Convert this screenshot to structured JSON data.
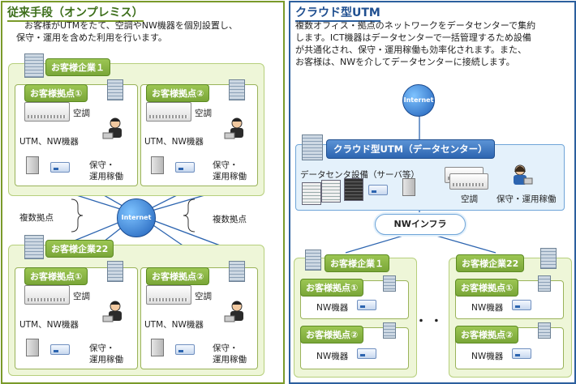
{
  "left": {
    "title": "従来手段（オンプレミス）",
    "desc1": "お客様がUTMをたて、空調やNW機器を個別設置し、",
    "desc2": "保守・運用を含めた利用を行います。",
    "company1": "お客様企業１",
    "company2": "お客様企業22",
    "site1": "お客様拠点①",
    "site2": "お客様拠点②",
    "aircon": "空調",
    "utm_nw": "UTM、NW機器",
    "maint1": "保守・",
    "maint2": "運用稼働",
    "multi_sites": "複数拠点",
    "internet": "Internet"
  },
  "right": {
    "title": "クラウド型UTM",
    "desc1": "複数オフィス・拠点のネットワークをデータセンターで集約",
    "desc2": "します。ICT機器はデータセンターで一括管理するため設備",
    "desc3": "が共通化され、保守・運用稼働も効率化されます。また、",
    "desc4": "お客様は、NWを介してデータセンターに接続します。",
    "internet": "Internet",
    "dc_label": "クラウド型UTM（データセンター）",
    "dc_equip": "データセンタ設備（サーバ等）",
    "aircon": "空調",
    "maint": "保守・運用稼働",
    "nw_infra": "NWインフラ",
    "company1": "お客様企業１",
    "company2": "お客様企業22",
    "site1": "お客様拠点①",
    "site2": "お客様拠点②",
    "nw_device": "NW機器",
    "ellipsis": "・  ・  ・"
  }
}
